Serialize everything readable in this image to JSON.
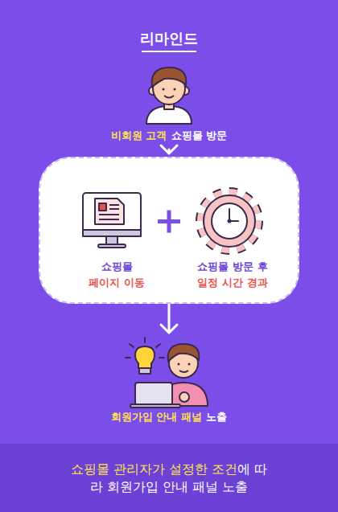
{
  "diagram": {
    "title": "리마인드",
    "nodes": [
      {
        "text": [
          "비회원 고객",
          "쇼핑몰 방문"
        ]
      },
      {
        "text": []
      },
      {
        "text": [
          "쇼핑몰",
          "페이지 이동"
        ],
        "in": 1
      },
      {
        "text": [
          "쇼핑몰 방문 후",
          "일정 시간 경과"
        ],
        "in": 1
      },
      {
        "text": [
          "회원가입 안내 패널",
          "노출"
        ]
      },
      {
        "text": [
          "쇼핑몰 관리자가 설정한 조건",
          "에 따라 회원가입 안내 패널 노출"
        ]
      }
    ],
    "edges": [
      {
        "from": 0,
        "to": 1,
        "arrow": "to"
      },
      {
        "from": 1,
        "to": 4,
        "arrow": "to"
      }
    ]
  }
}
